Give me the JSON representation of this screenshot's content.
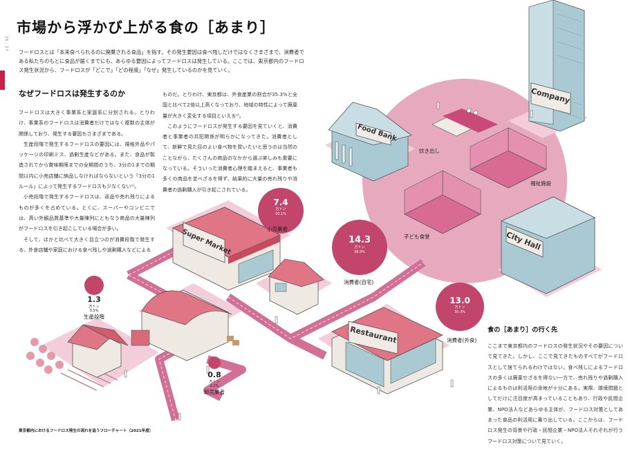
{
  "page_label": "26｜27",
  "title": "市場から浮かび上がる食の［あまり］",
  "intro": "フードロスとは「本来食べられるのに廃棄される食品」を指す。その発生要因は食べ残しだけではなくさまざまで、消費者である私たちのもとに食品が届くまでにも、あらゆる要因によってフードロスは発生している。ここでは、東京都内のフードロス発生状況から、フードロスが「どこで」「どの程度」「なぜ」発生しているのかを見ていく。",
  "section1": {
    "heading": "なぜフードロスは発生するのか",
    "paragraphs": [
      "フードロスは大きく事業系と家庭系に分別される。とりわけ、事業系のフードロスは消費者だけではなく複数の主体が関係しており、発生する要因もさまざまである。",
      "生産段階で発生するフードロスの要因には、規格外品やパッケージの印刷ミス、過剰生産などがある。また、食品が製造されてから賞味期限までの全期間のうち、3分の1までの期間以内に小売店舗に納品しなければならないという「3分の1ルール」によって発生するフードロスも少なくない¹⁾。",
      "小売段階で発生するフードロスは、返品や売れ残りによるものが多くを占めている。とくに、スーパーやコンビニでは、高い外観品質基準や大量陳列にともなう商品の大量陳列がフードロスを引き起こしている場合が多い。",
      "そして、ほかと比べて大きく目立つのが消費段階で発生する、外食店舗や家庭における食べ残しや過剰購入などによる"
    ],
    "col2_lead": "ものだ。とりわけ、東京都は、外食産業の割合が35.3%と全国と比べて2倍以上高くなっており、地域の特性によって廃棄量が大きく変化する項目といえる²⁾。",
    "col2_paragraphs": [
      "このようにフードロスが発生する要因を見ていくと、消費者と事業者の共犯関係が明らかになってきた。消費者として、新鮮で見た目のよい食べ物を買いたいと思うのは当然のことながら、たくさんの商品のなかから選ぶ楽しみも重要になっている。そういった消費者心理を踏まえると、事業者も多くの商品を並べざるを得ず、結果的に大量の売れ残りや消費者の過剰購入が引き起こされている。"
    ]
  },
  "section2": {
    "heading": "食の［あまり］の行く先",
    "body": "ここまで東京都内のフードロスの発生状況やその要因について見てきた。しかし、ここで見てきたものすべてがフードロスとして捨てられるわけではない。食べ残しによるフードロスの多くは廃棄せざるを得ない一方で、売れ残りや過剰購入によるものは利活用の余地が十分にある。実際、環境問題としてだけに注目度が高まっていることもあり、行政や民間企業、NPO法人などあらゆる主体が、フードロス対策としてあまった食品の利活用に乗り出している。ここからは、フードロス発生の背景や行政・民間企業・NPO法人それぞれが行うフードロス対策について見ていく。"
  },
  "figure_caption": "東京都内におけるフードロス発生の流れを追うフローチャート（2021年度）",
  "stages": [
    {
      "id": "production",
      "value": "1.3",
      "unit": "万トン",
      "pct": "3.5%",
      "label": "生産段階"
    },
    {
      "id": "wholesale",
      "value": "0.8",
      "unit": "万トン",
      "pct": "2.2%",
      "label": "卸売業者"
    },
    {
      "id": "retail",
      "value": "7.4",
      "unit": "万トン",
      "pct": "20.1%",
      "label": "小売業者"
    },
    {
      "id": "home",
      "value": "14.3",
      "unit": "万トン",
      "pct": "38.9%",
      "label": "消費者(自宅)"
    },
    {
      "id": "dining",
      "value": "13.0",
      "unit": "万トン",
      "pct": "35.3%",
      "label": "消費者(外食)"
    }
  ],
  "building_signs": {
    "food_bank": "Food Bank",
    "company": "Company",
    "city_hall": "City Hall",
    "super_market": "Super Market",
    "restaurant": "Restaurant"
  },
  "destinations": {
    "soup_kitchen": "炊き出し",
    "welfare": "福祉施設",
    "kids_cafeteria": "子ども食堂"
  },
  "colors": {
    "accent": "#c2456c",
    "road": "#d16f95",
    "pale_pink": "#f3cdd9",
    "big_circle": "#e7a9bd",
    "blue_building": "#a9c9d3",
    "red_roof": "#e07585"
  }
}
